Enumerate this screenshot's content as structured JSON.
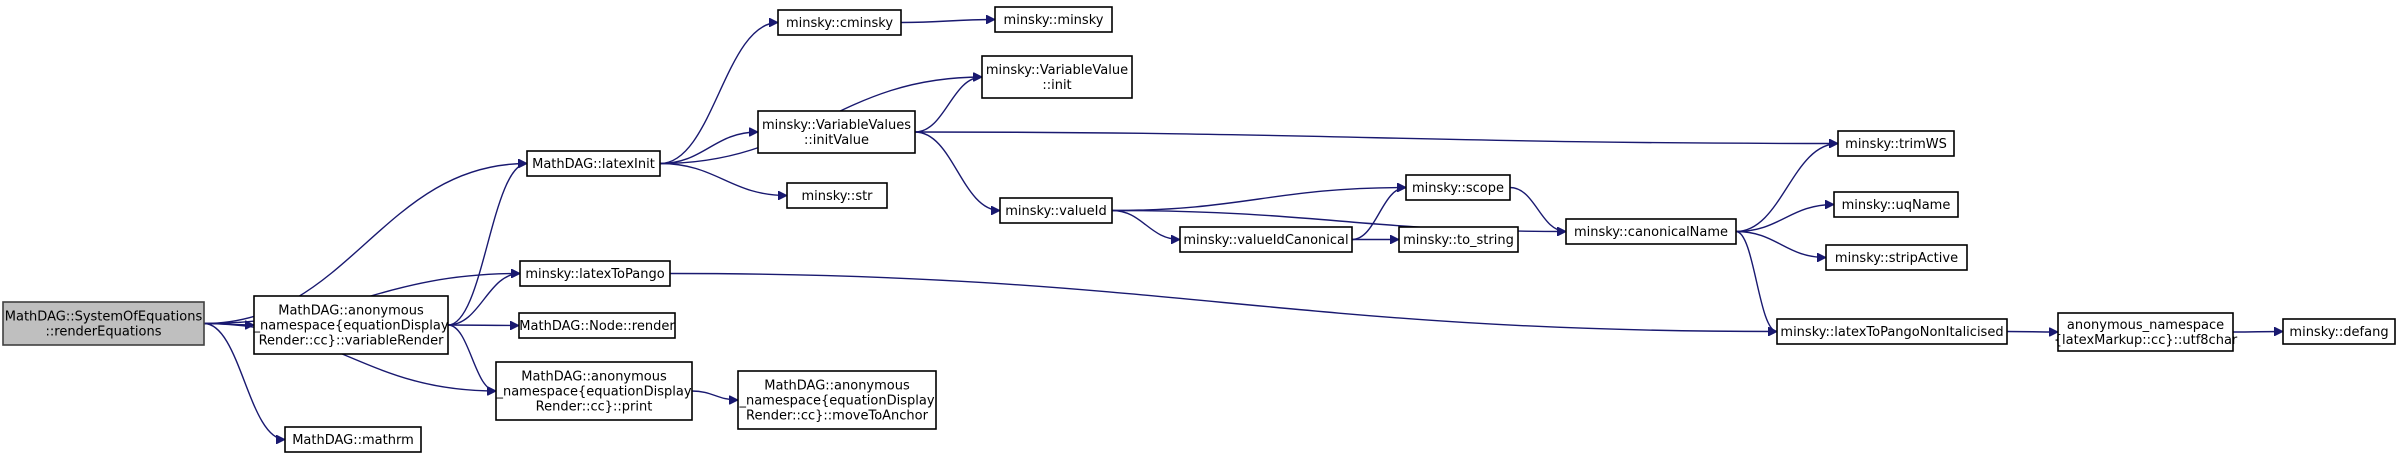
{
  "diagram": {
    "edge_color": "#191970",
    "root_fill": "#bfbfbf",
    "nodes": [
      {
        "id": "renderEquations",
        "lines": [
          "MathDAG::SystemOfEquations",
          "::renderEquations"
        ],
        "root": true
      },
      {
        "id": "latexInit",
        "lines": [
          "MathDAG::latexInit"
        ]
      },
      {
        "id": "latexToPango",
        "lines": [
          "minsky::latexToPango"
        ]
      },
      {
        "id": "variableRender",
        "lines": [
          "MathDAG::anonymous",
          "_namespace{equationDisplay",
          "Render::cc}::variableRender"
        ]
      },
      {
        "id": "print",
        "lines": [
          "MathDAG::anonymous",
          "_namespace{equationDisplay",
          "Render::cc}::print"
        ]
      },
      {
        "id": "mathrm",
        "lines": [
          "MathDAG::mathrm"
        ]
      },
      {
        "id": "cminsky",
        "lines": [
          "minsky::cminsky"
        ]
      },
      {
        "id": "minsky",
        "lines": [
          "minsky::minsky"
        ]
      },
      {
        "id": "VariableValueInit",
        "lines": [
          "minsky::VariableValue",
          "::init"
        ]
      },
      {
        "id": "initValue",
        "lines": [
          "minsky::VariableValues",
          "::initValue"
        ]
      },
      {
        "id": "str",
        "lines": [
          "minsky::str"
        ]
      },
      {
        "id": "nodeRender",
        "lines": [
          "MathDAG::Node::render"
        ]
      },
      {
        "id": "moveToAnchor",
        "lines": [
          "MathDAG::anonymous",
          "_namespace{equationDisplay",
          "Render::cc}::moveToAnchor"
        ]
      },
      {
        "id": "valueId",
        "lines": [
          "minsky::valueId"
        ]
      },
      {
        "id": "valueIdCanonical",
        "lines": [
          "minsky::valueIdCanonical"
        ]
      },
      {
        "id": "scope",
        "lines": [
          "minsky::scope"
        ]
      },
      {
        "id": "to_string",
        "lines": [
          "minsky::to_string"
        ]
      },
      {
        "id": "canonicalName",
        "lines": [
          "minsky::canonicalName"
        ]
      },
      {
        "id": "trimWS",
        "lines": [
          "minsky::trimWS"
        ]
      },
      {
        "id": "uqName",
        "lines": [
          "minsky::uqName"
        ]
      },
      {
        "id": "stripActive",
        "lines": [
          "minsky::stripActive"
        ]
      },
      {
        "id": "latexToPangoNonItalicised",
        "lines": [
          "minsky::latexToPangoNonItalicised"
        ]
      },
      {
        "id": "utf8char",
        "lines": [
          "anonymous_namespace",
          "{latexMarkup::cc}::utf8char"
        ]
      },
      {
        "id": "defang",
        "lines": [
          "minsky::defang"
        ]
      }
    ],
    "edges": [
      {
        "from": "renderEquations",
        "to": "latexInit"
      },
      {
        "from": "renderEquations",
        "to": "latexToPango"
      },
      {
        "from": "renderEquations",
        "to": "variableRender"
      },
      {
        "from": "renderEquations",
        "to": "print"
      },
      {
        "from": "renderEquations",
        "to": "mathrm"
      },
      {
        "from": "latexInit",
        "to": "cminsky"
      },
      {
        "from": "latexInit",
        "to": "VariableValueInit"
      },
      {
        "from": "latexInit",
        "to": "initValue"
      },
      {
        "from": "latexInit",
        "to": "str"
      },
      {
        "from": "latexToPango",
        "to": "latexToPangoNonItalicised"
      },
      {
        "from": "variableRender",
        "to": "latexInit"
      },
      {
        "from": "variableRender",
        "to": "latexToPango"
      },
      {
        "from": "variableRender",
        "to": "nodeRender"
      },
      {
        "from": "variableRender",
        "to": "print"
      },
      {
        "from": "print",
        "to": "moveToAnchor"
      },
      {
        "from": "cminsky",
        "to": "minsky"
      },
      {
        "from": "initValue",
        "to": "VariableValueInit"
      },
      {
        "from": "initValue",
        "to": "trimWS"
      },
      {
        "from": "initValue",
        "to": "valueId"
      },
      {
        "from": "valueId",
        "to": "scope"
      },
      {
        "from": "valueId",
        "to": "valueIdCanonical"
      },
      {
        "from": "valueId",
        "to": "canonicalName"
      },
      {
        "from": "valueIdCanonical",
        "to": "scope"
      },
      {
        "from": "valueIdCanonical",
        "to": "to_string"
      },
      {
        "from": "scope",
        "to": "canonicalName"
      },
      {
        "from": "canonicalName",
        "to": "trimWS"
      },
      {
        "from": "canonicalName",
        "to": "uqName"
      },
      {
        "from": "canonicalName",
        "to": "stripActive"
      },
      {
        "from": "canonicalName",
        "to": "latexToPangoNonItalicised"
      },
      {
        "from": "latexToPangoNonItalicised",
        "to": "utf8char"
      },
      {
        "from": "utf8char",
        "to": "defang"
      }
    ]
  }
}
